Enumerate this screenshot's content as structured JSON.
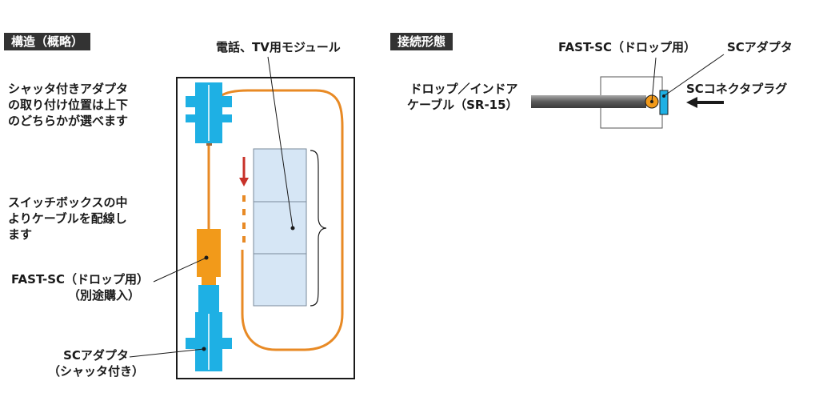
{
  "section_structure": {
    "title": "構造（概略）"
  },
  "section_connection": {
    "title": "接続形態"
  },
  "labels": {
    "shutter_adapter_note": [
      "シャッタ付きアダプタ",
      "の取り付け位置は上下",
      "のどちらかが選べます"
    ],
    "switchbox_note": [
      "スイッチボックスの中",
      "よりケーブルを配線し",
      "ます"
    ],
    "fast_sc_left": [
      "FAST-SC（ドロップ用）",
      "（別途購入）"
    ],
    "sc_adapter_left": [
      "SCアダプタ",
      "（シャッタ付き）"
    ],
    "module": "電話、TV用モジュール",
    "drop_cable": [
      "ドロップ／インドア",
      "ケーブル（SR-15）"
    ],
    "fast_sc_right": "FAST-SC（ドロップ用）",
    "sc_adapter_right": "SCアダプタ",
    "sc_plug": "SCコネクタプラグ"
  },
  "colors": {
    "header_bg": "#333333",
    "adapter_blue": "#1eb0e4",
    "connector_orange": "#f29a1a",
    "fiber_orange": "#e88a25",
    "module_fill": "#d6e6f5",
    "arrow_red": "#c8322a",
    "cable_gray": "#6a6a6a"
  }
}
